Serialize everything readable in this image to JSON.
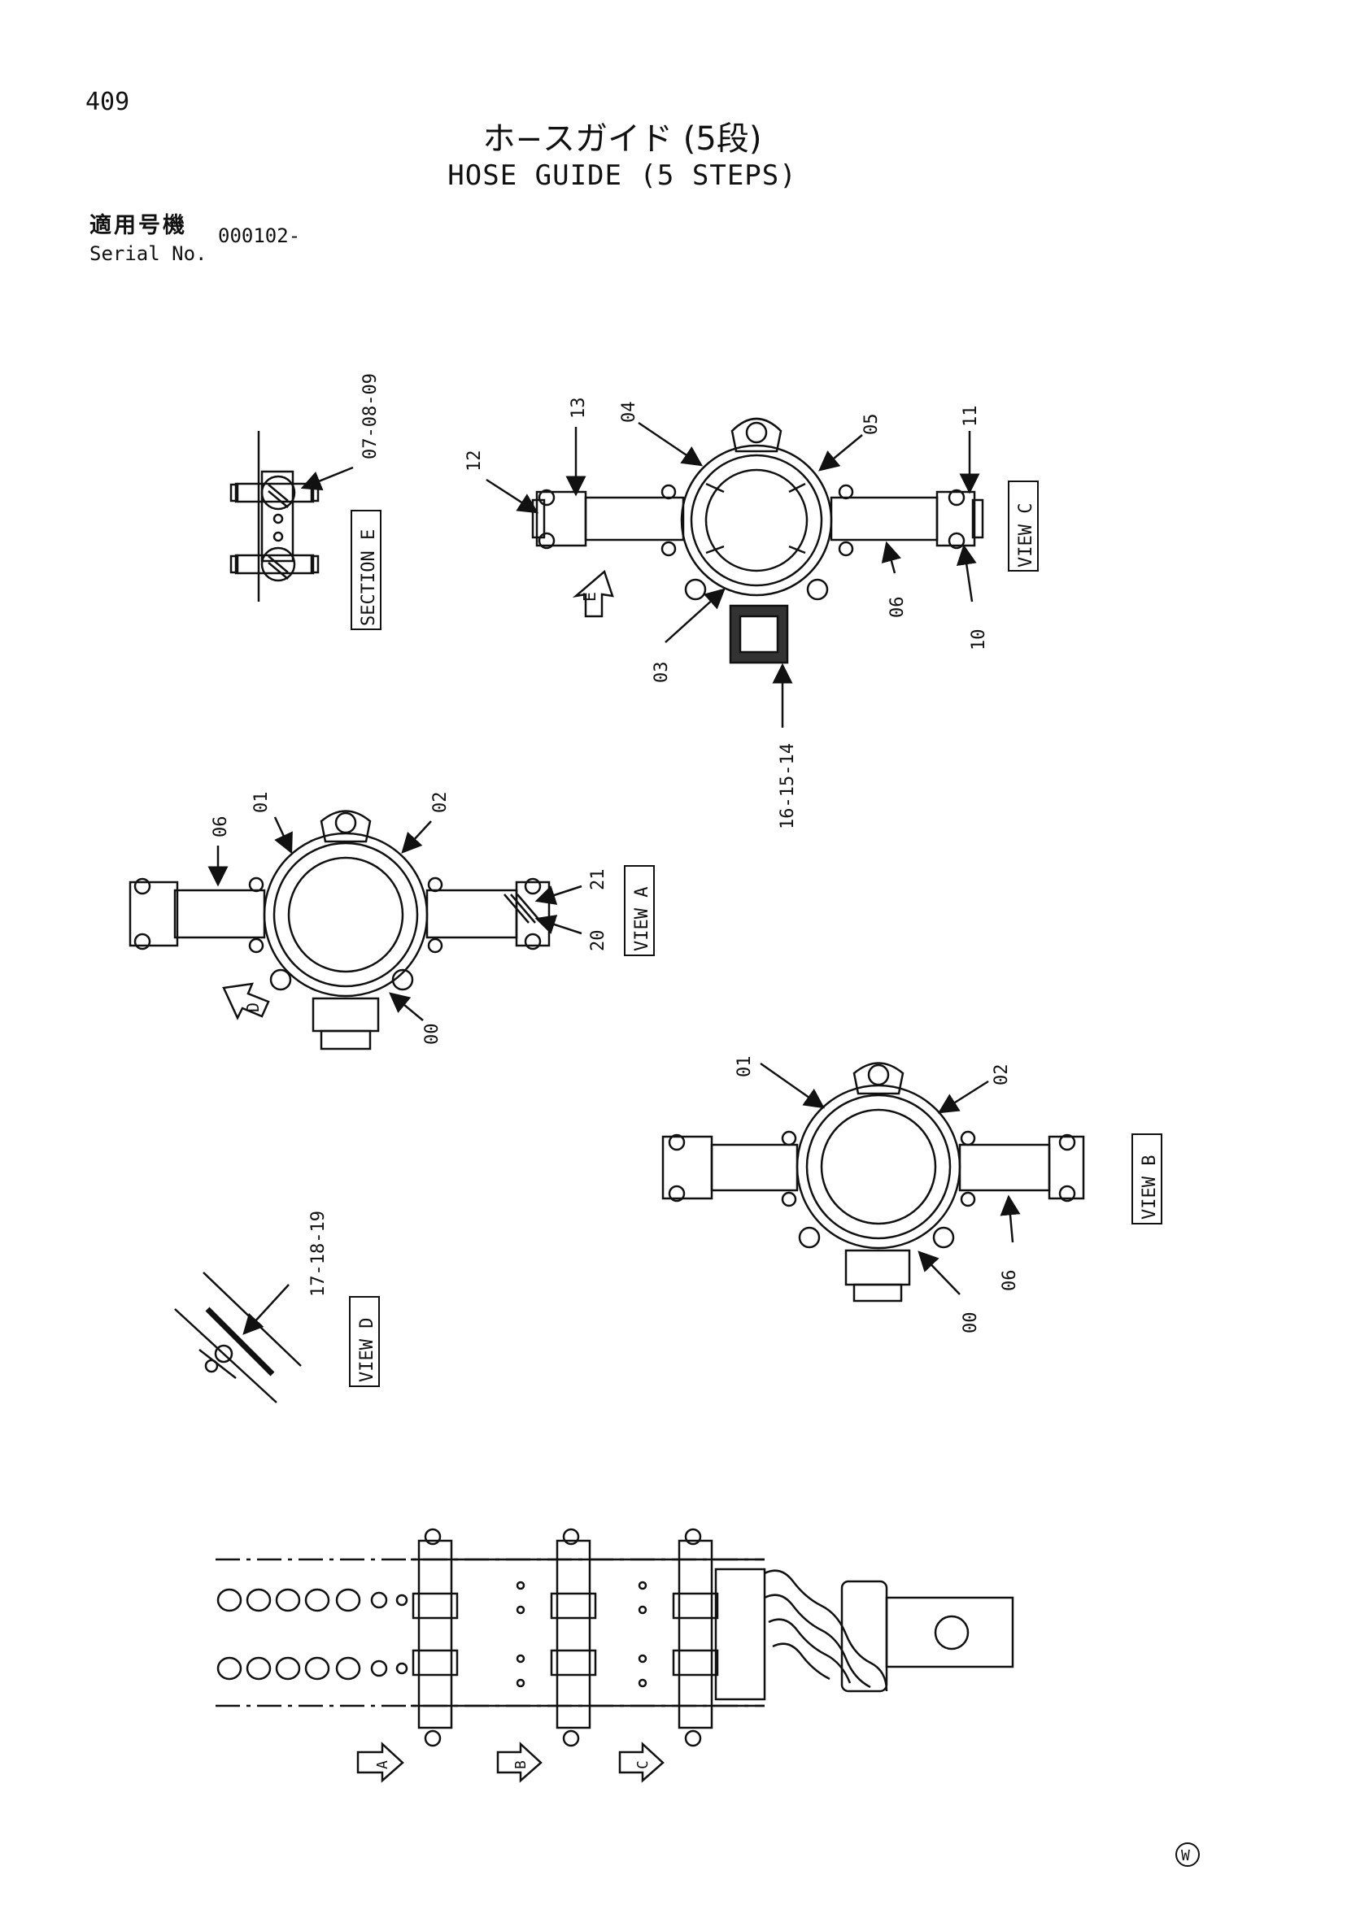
{
  "page": {
    "number": "409",
    "title_jp": "ホ−スガイド (5段)",
    "title_en": "HOSE GUIDE (5 STEPS)"
  },
  "serial": {
    "label_jp": "適用号機",
    "label_en": "Serial No.",
    "value": "000102-"
  },
  "views": {
    "section_e": "SECTION E",
    "view_a": "VIEW A",
    "view_b": "VIEW B",
    "view_c": "VIEW C",
    "view_d": "VIEW D"
  },
  "callouts": {
    "c07_08_09": "07-08-09",
    "c12": "12",
    "c13": "13",
    "c04": "04",
    "c05": "05",
    "c11": "11",
    "c10": "10",
    "c06_c": "06",
    "c03": "03",
    "c16_15_14": "16-15-14",
    "c06_a": "06",
    "c01_a": "01",
    "c02_a": "02",
    "c21": "21",
    "c20": "20",
    "c00_a": "00",
    "c01_b": "01",
    "c02_b": "02",
    "c06_b": "06",
    "c00_b": "00",
    "c17_18_19": "17-18-19"
  },
  "arrows": {
    "e": "E",
    "d": "D",
    "a": "A",
    "b": "B",
    "c": "C"
  },
  "mark": "W"
}
